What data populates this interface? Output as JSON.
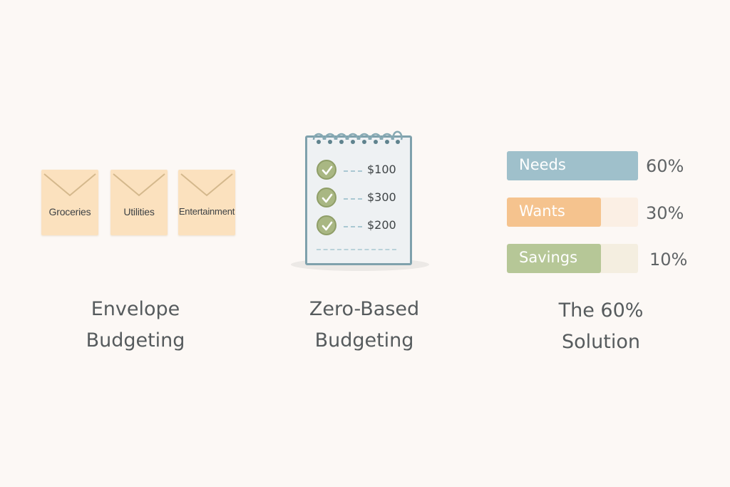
{
  "envelope_section": {
    "envelopes": [
      "Groceries",
      "Utilities",
      "Entertainment"
    ],
    "title_line1": "Envelope",
    "title_line2": "Budgeting"
  },
  "zero_based_section": {
    "items": [
      {
        "amount": "$100",
        "checked": true
      },
      {
        "amount": "$300",
        "checked": true
      },
      {
        "amount": "$200",
        "checked": true
      }
    ],
    "title_line1": "Zero-Based",
    "title_line2": "Budgeting"
  },
  "sixty_percent_section": {
    "bars": [
      {
        "label": "Needs",
        "percent": "60%",
        "fill_fraction": 1.0,
        "color": "#9fc0cb",
        "track": "#9fc0cb"
      },
      {
        "label": "Wants",
        "percent": "30%",
        "fill_fraction": 0.72,
        "color": "#f5c38e",
        "track": "#fbefe4"
      },
      {
        "label": "Savings",
        "percent": "10%",
        "fill_fraction": 0.72,
        "color": "#b6c797",
        "track": "#f4eee0"
      }
    ],
    "title_line1": "The 60%",
    "title_line2": "Solution"
  }
}
